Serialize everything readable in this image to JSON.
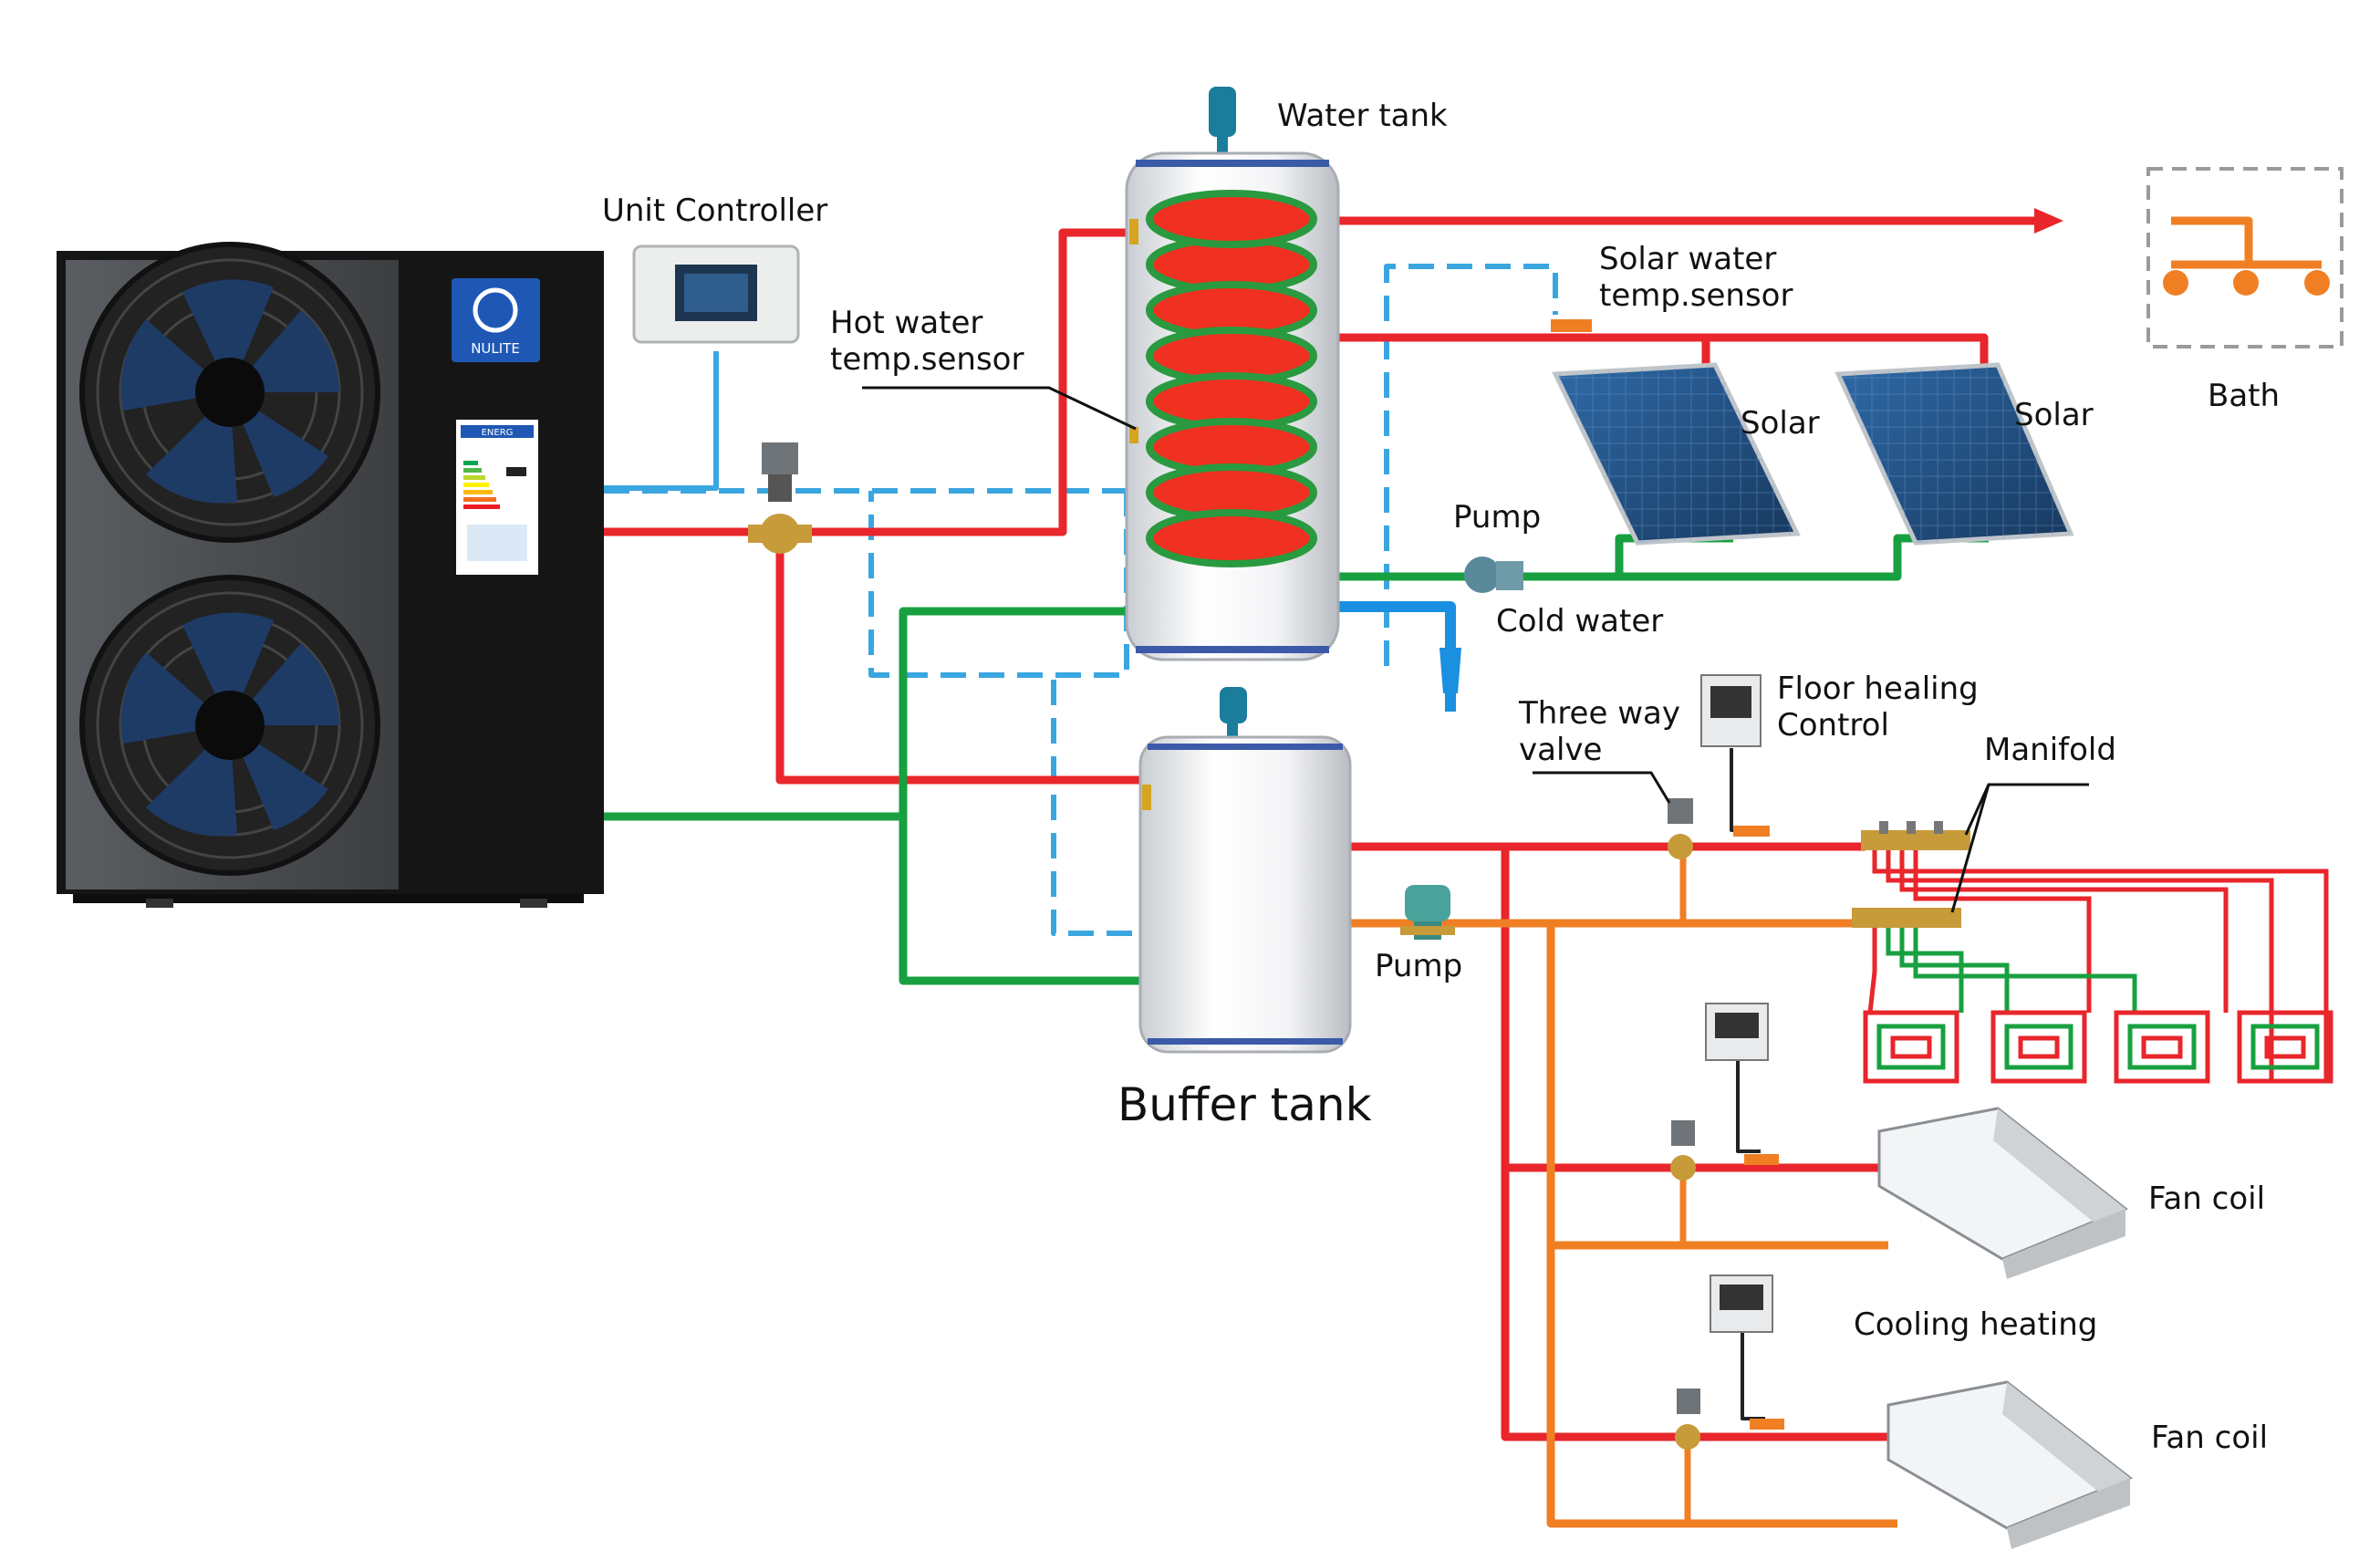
{
  "brand": {
    "logo_text": "NULITE",
    "energy_label_text": "ENERG"
  },
  "labels": {
    "water_tank": "Water tank",
    "unit_controller": "Unit Controller",
    "solar_sensor_line1": "Solar water",
    "solar_sensor_line2": "temp.sensor",
    "hot_sensor_line1": "Hot water",
    "hot_sensor_line2": "temp.sensor",
    "solar_1": "Solar",
    "solar_2": "Solar",
    "bath": "Bath",
    "pump_solar": "Pump",
    "cold_water": "Cold water",
    "three_way_line1": "Three way",
    "three_way_line2": "valve",
    "floor_control_line1": "Floor healing",
    "floor_control_line2": "Control",
    "manifold": "Manifold",
    "pump_buffer": "Pump",
    "buffer_tank": "Buffer tank",
    "fan_coil_1": "Fan coil",
    "cooling_heating": "Cooling heating",
    "fan_coil_2": "Fan coil"
  },
  "colors": {
    "hot_pipe": "#e8262b",
    "return_pipe": "#18a040",
    "cold_pipe": "#1b8fe0",
    "signal_line": "#3aa6e0",
    "floor_pipe": "#f07f24",
    "coil_fill": "#f03020",
    "coil_ring": "#2a9a40",
    "unit_body": "#1c1c1c",
    "expansion_vessel": "#1a7d9b"
  }
}
